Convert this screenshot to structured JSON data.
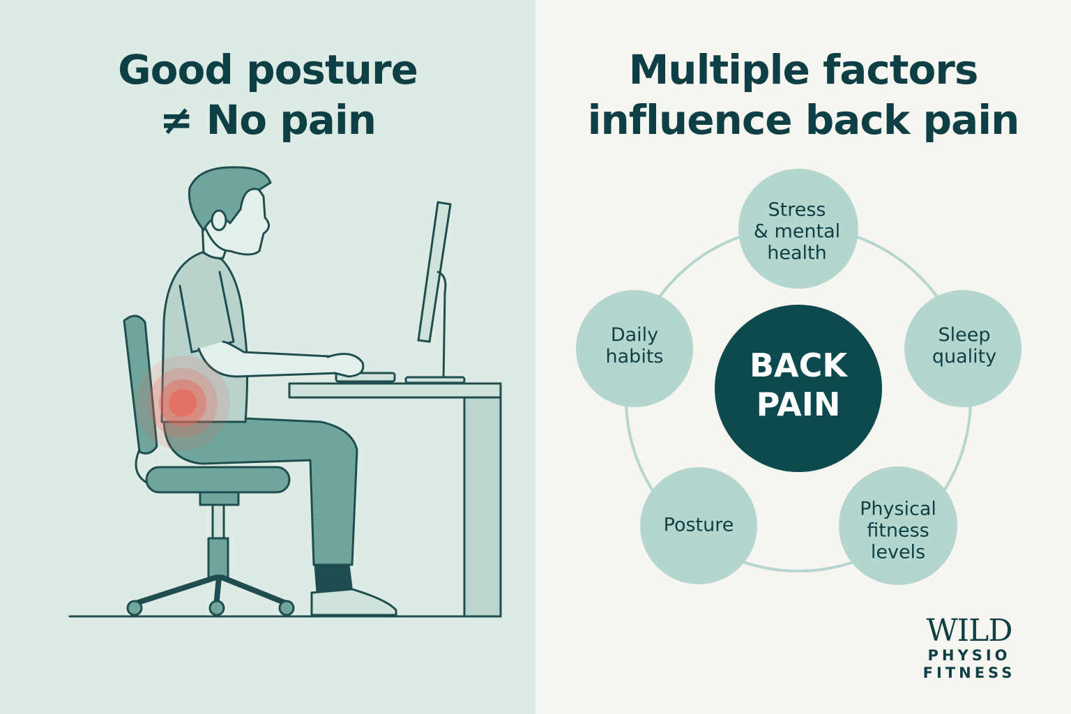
{
  "left_panel": {
    "title_line1": "Good posture",
    "title_line2": "≠ No pain"
  },
  "right_panel": {
    "title_line1": "Multiple factors",
    "title_line2": "influence back pain",
    "center": {
      "line1": "BACK",
      "line2": "PAIN"
    },
    "factors": [
      {
        "lines": [
          "Stress",
          "& mental",
          "health"
        ]
      },
      {
        "lines": [
          "Sleep",
          "quality"
        ]
      },
      {
        "lines": [
          "Physical",
          "fitness",
          "levels"
        ]
      },
      {
        "lines": [
          "Posture"
        ]
      },
      {
        "lines": [
          "Daily",
          "habits"
        ]
      }
    ]
  },
  "logo": {
    "line1": "WILD",
    "line2": "PHYSIO",
    "line3": "FITNESS"
  },
  "colors": {
    "dark_teal": "#0d4a4f",
    "circle_fill": "#b5d5cf",
    "pain": "#e8665a",
    "left_bg": "#deebe5",
    "right_bg": "#f6f5f0"
  }
}
